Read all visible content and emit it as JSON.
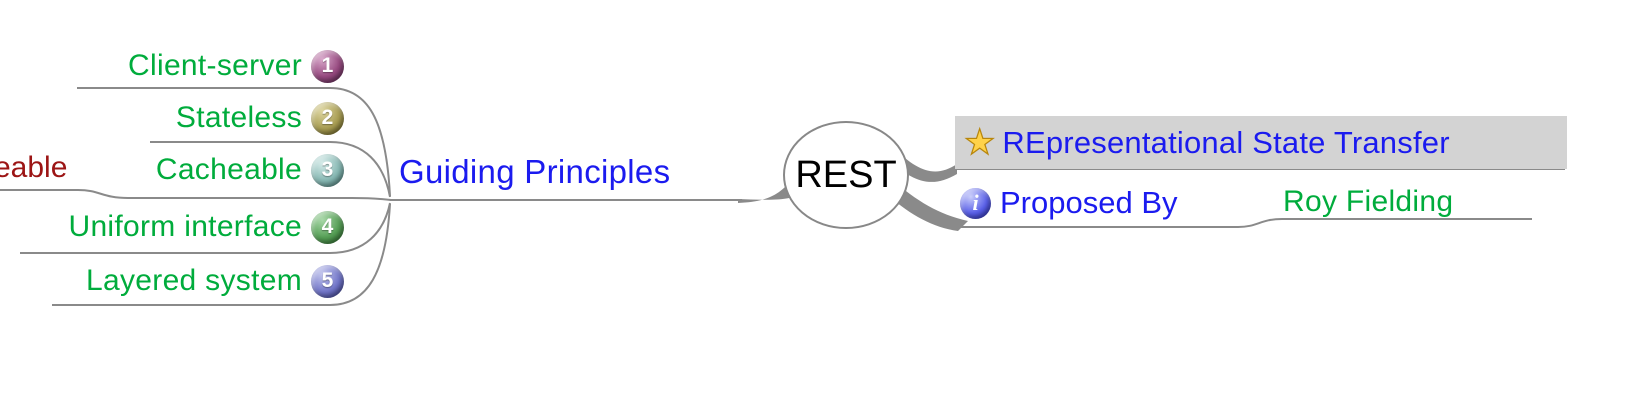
{
  "map": {
    "root": {
      "label": "REST"
    },
    "left_branch": {
      "parent": {
        "label": "Guiding Principles"
      },
      "children": [
        {
          "label": "Client-server",
          "badge": "1"
        },
        {
          "label": "Stateless",
          "badge": "2"
        },
        {
          "label": "Cacheable",
          "badge": "3"
        },
        {
          "label": "Uniform interface",
          "badge": "4"
        },
        {
          "label": "Layered system",
          "badge": "5"
        }
      ],
      "truncated_node": {
        "label": "eable"
      }
    },
    "right_branch": {
      "definition": {
        "label": "REpresentational State Transfer"
      },
      "proposed_by": {
        "label": "Proposed By"
      },
      "author": {
        "label": "Roy Fielding"
      }
    }
  },
  "icons": {
    "star": "★",
    "info": "i"
  },
  "colors": {
    "child_text": "#00AC3C",
    "branch_text": "#1B1BEF",
    "truncated_text": "#9C1515",
    "author_text": "#00AC3C",
    "root_text": "#000000",
    "edge": "#8A8A8A",
    "selected_background": "#D3D3D3",
    "badge_1": "#96497F",
    "badge_2": "#A79C52",
    "badge_3": "#86B7B2",
    "badge_4": "#559E55",
    "badge_5": "#7276C8",
    "star_icon": "#FFD24A",
    "info_icon": "#5A60E8"
  }
}
